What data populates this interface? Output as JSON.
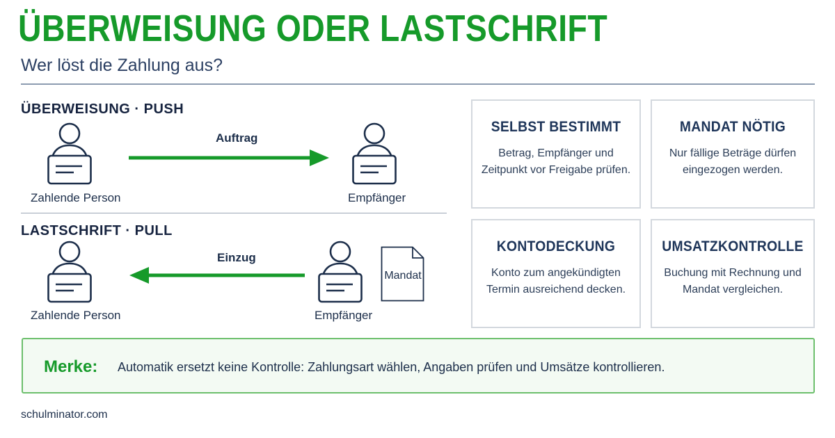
{
  "header": {
    "title": "Überweisung oder Lastschrift",
    "subtitle": "Wer löst die Zahlung aus?"
  },
  "push": {
    "heading": "ÜBERWEISUNG · PUSH",
    "sender_label": "Zahlende Person",
    "receiver_label": "Empfänger",
    "arrow_label": "Auftrag",
    "arrow_direction": "right"
  },
  "pull": {
    "heading": "LASTSCHRIFT · PULL",
    "sender_label": "Zahlende Person",
    "receiver_label": "Empfänger",
    "arrow_label": "Einzug",
    "arrow_direction": "left",
    "document_label": "Mandat"
  },
  "cards": [
    {
      "title": "SELBST BESTIMMT",
      "text_line1": "Betrag, Empfänger und",
      "text_line2": "Zeitpunkt vor Freigabe prüfen."
    },
    {
      "title": "MANDAT NÖTIG",
      "text_line1": "Nur fällige Beträge dürfen",
      "text_line2": "eingezogen werden."
    },
    {
      "title": "KONTODECKUNG",
      "text_line1": "Konto zum angekündigten",
      "text_line2": "Termin ausreichend decken."
    },
    {
      "title": "UMSATZKONTROLLE",
      "text_line1": "Buchung mit Rechnung und",
      "text_line2": "Mandat vergleichen."
    }
  ],
  "note": {
    "label": "Merke:",
    "text": "Automatik ersetzt keine Kontrolle: Zahlungsart wählen, Angaben prüfen und Umsätze kontrollieren."
  },
  "footer": {
    "text": "schulminator.com"
  },
  "colors": {
    "accent_green": "#169a2a",
    "navy": "#1c2e4a",
    "card_border": "#d3d8de",
    "note_bg": "#f3faf3",
    "note_border": "#6cbf6c"
  },
  "icons": {
    "person": "person-at-laptop-icon",
    "document": "document-icon",
    "arrow": "arrow-icon"
  }
}
